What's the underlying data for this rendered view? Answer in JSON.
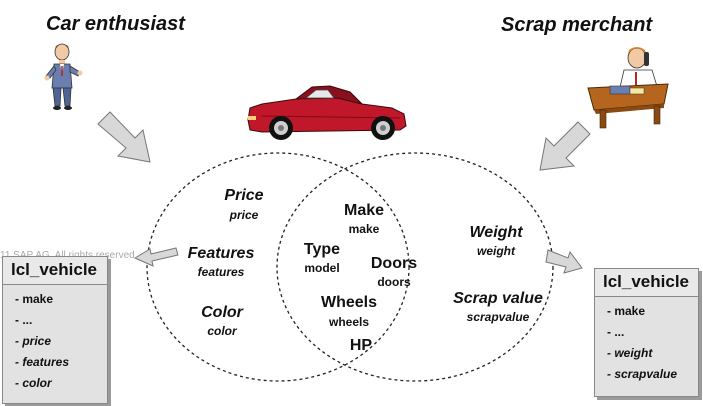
{
  "roles": {
    "left": "Car enthusiast",
    "right": "Scrap merchant"
  },
  "venn": {
    "left_only": [
      {
        "label": "Price",
        "attr": "price"
      },
      {
        "label": "Features",
        "attr": "features"
      },
      {
        "label": "Color",
        "attr": "color"
      }
    ],
    "shared": [
      {
        "label": "Make",
        "attr": "make"
      },
      {
        "label": "Type",
        "attr": "model"
      },
      {
        "label": "Doors",
        "attr": "doors"
      },
      {
        "label": "Wheels",
        "attr": "wheels"
      },
      {
        "label": "HP"
      }
    ],
    "right_only": [
      {
        "label": "Weight",
        "attr": "weight"
      },
      {
        "label": "Scrap value",
        "attr": "scrapvalue"
      }
    ]
  },
  "class_left": {
    "name": "lcl_vehicle",
    "attributes": [
      "- make",
      "- ...",
      "- price",
      "- features",
      "- color"
    ]
  },
  "class_right": {
    "name": "lcl_vehicle",
    "attributes": [
      "- make",
      "- ...",
      "- weight",
      "- scrapvalue"
    ]
  },
  "copyright": "11 SAP AG. All rights reserved.",
  "colors": {
    "car_body": "#c0182a",
    "arrow_fill": "#d8d8d8",
    "desk": "#b5651d",
    "suit": "#6a7fb0"
  }
}
